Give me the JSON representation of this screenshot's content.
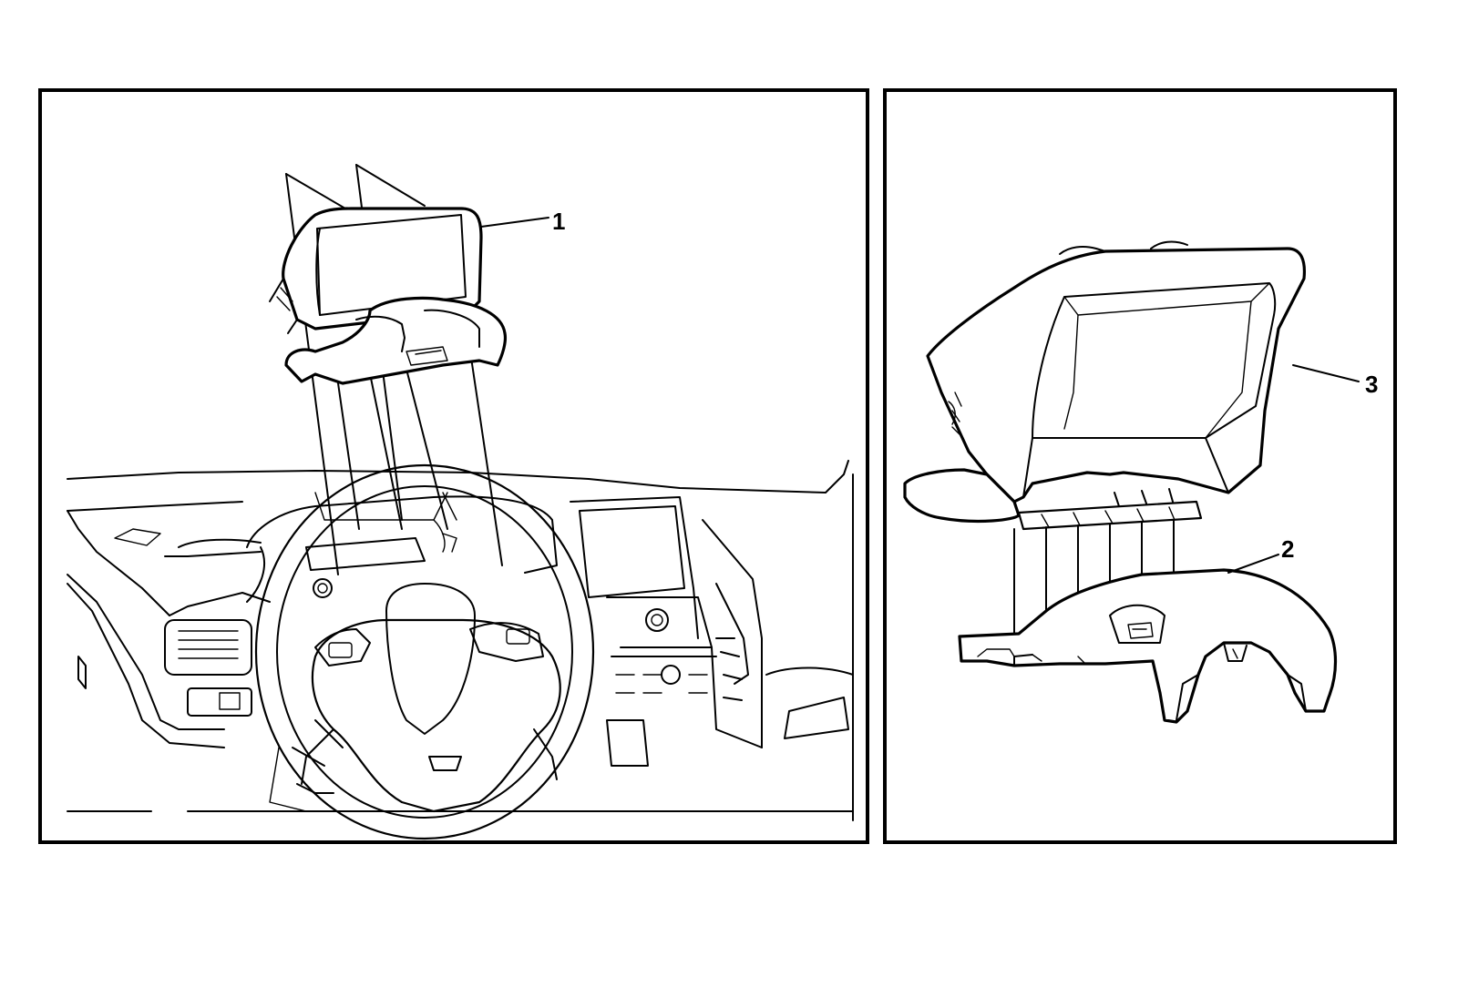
{
  "figure": {
    "callouts": {
      "left_panel": [
        "1"
      ],
      "right_panel": [
        "3",
        "2"
      ]
    },
    "stroke_color": "#000000",
    "background_color": "#ffffff"
  }
}
